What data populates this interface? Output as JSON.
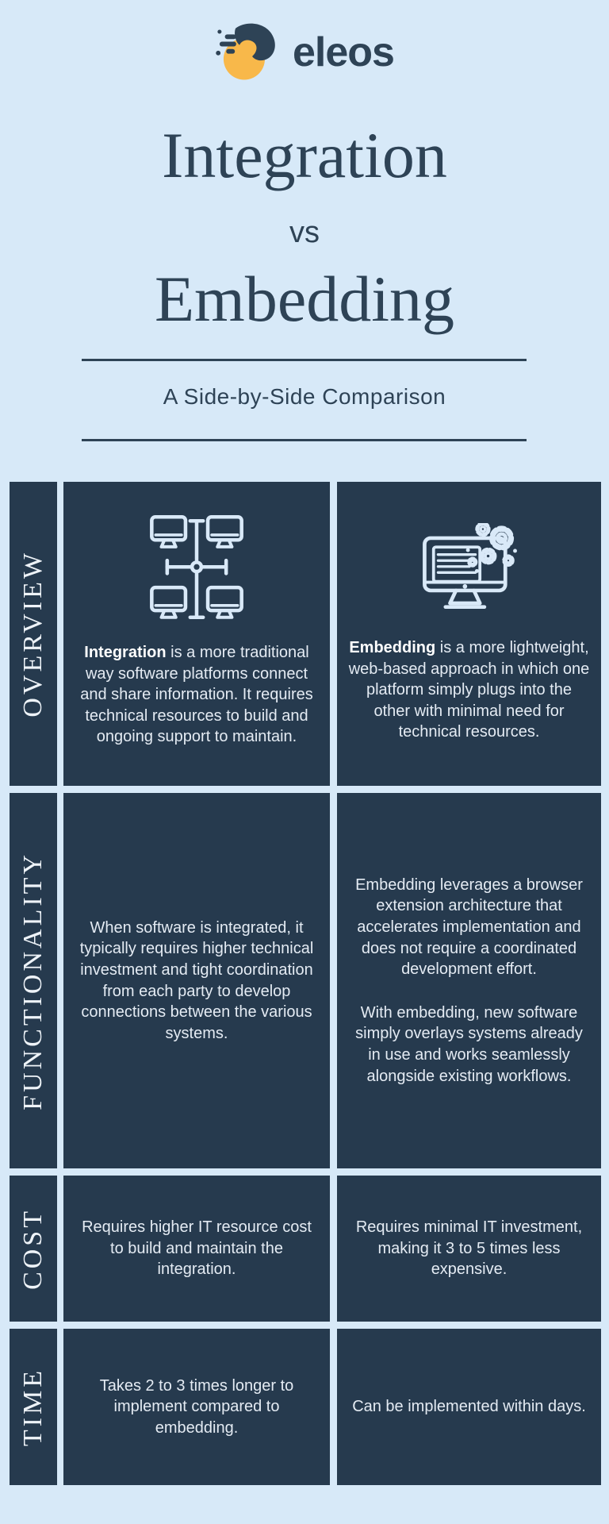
{
  "colors": {
    "background": "#d7e9f8",
    "panel": "#263a4e",
    "heading": "#2e4356",
    "body_text": "#e4ebf3",
    "bold_text": "#ffffff",
    "icon": "#d9e9f8",
    "logo_orange": "#f8b84a",
    "logo_navy": "#2e4356"
  },
  "header": {
    "brand": "eleos"
  },
  "title": {
    "line1": "Integration",
    "vs": "vs",
    "line2": "Embedding",
    "subtitle": "A Side-by-Side Comparison"
  },
  "table": {
    "rows": [
      {
        "label": "OVERVIEW",
        "left": {
          "icon": "network-icon",
          "lead": "Integration",
          "rest": " is a more traditional way software platforms connect and share information. It requires technical resources to build and ongoing support to maintain."
        },
        "right": {
          "icon": "monitor-gears-icon",
          "lead": "Embedding",
          "rest": " is a more lightweight, web-based approach in which one platform simply plugs into the other with minimal need for technical resources."
        }
      },
      {
        "label": "FUNCTIONALITY",
        "left": {
          "text": "When software is integrated, it typically requires higher technical investment and tight coordination from each party to develop connections between the various systems."
        },
        "right": {
          "paragraphs": [
            "Embedding leverages a browser extension architecture that accelerates implementation and does not require a coordinated development effort.",
            "With embedding, new software simply overlays systems already in use and works seamlessly alongside existing workflows."
          ]
        }
      },
      {
        "label": "COST",
        "left": {
          "text": "Requires higher IT resource cost to build and maintain the integration."
        },
        "right": {
          "text": "Requires minimal IT investment, making it 3 to 5 times less expensive."
        }
      },
      {
        "label": "TIME",
        "left": {
          "text": "Takes 2 to 3 times longer to implement compared to embedding."
        },
        "right": {
          "text": "Can be implemented within days."
        }
      }
    ]
  }
}
